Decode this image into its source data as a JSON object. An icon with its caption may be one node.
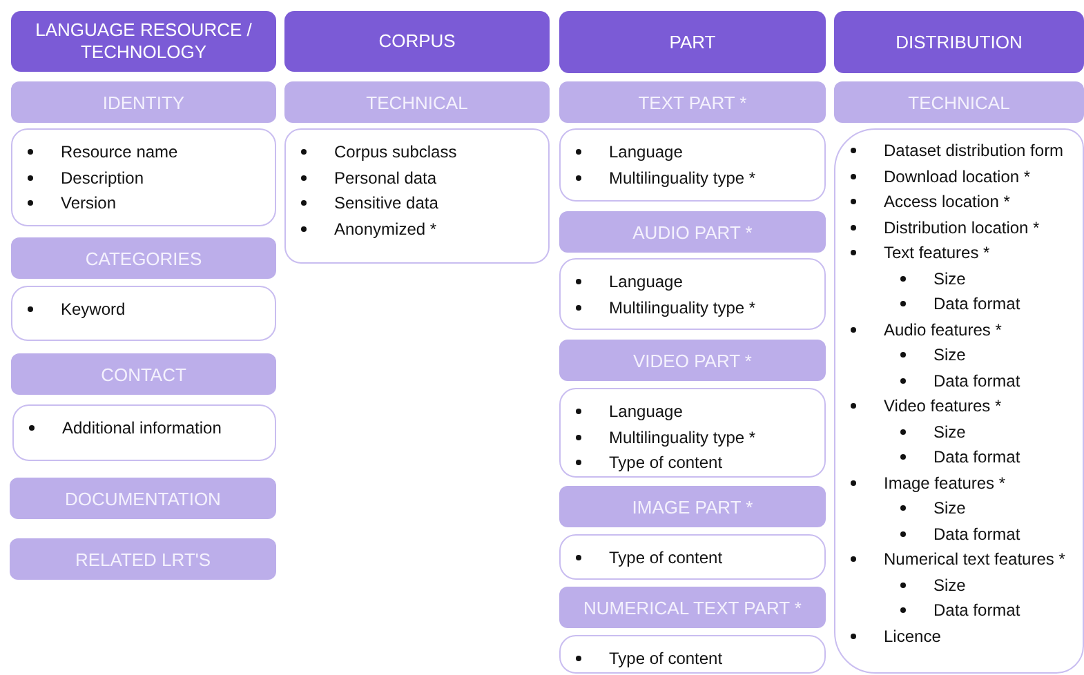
{
  "diagram": {
    "nodes": [
      {
        "text": [
          "LANGUAGE RESOURCE / TECHNOLOGY"
        ]
      },
      {
        "text": [
          "IDENTITY"
        ]
      },
      {
        "text": [
          "Resource name",
          "Description",
          "Version"
        ]
      },
      {
        "text": [
          "CATEGORIES"
        ]
      },
      {
        "text": [
          "Keyword"
        ]
      },
      {
        "text": [
          "CONTACT"
        ]
      },
      {
        "text": [
          "Additional information"
        ]
      },
      {
        "text": [
          "DOCUMENTATION"
        ]
      },
      {
        "text": [
          "RELATED LRT'S"
        ]
      },
      {
        "text": [
          "CORPUS"
        ]
      },
      {
        "text": [
          "TECHNICAL"
        ]
      },
      {
        "text": [
          "Corpus subclass",
          "Personal data",
          "Sensitive data",
          "Anonymized *"
        ]
      },
      {
        "text": [
          "PART"
        ]
      },
      {
        "text": [
          "TEXT PART *"
        ]
      },
      {
        "text": [
          "Language",
          "Multilinguality type *"
        ]
      },
      {
        "text": [
          "AUDIO PART *"
        ]
      },
      {
        "text": [
          "Language",
          "Multilinguality type *"
        ]
      },
      {
        "text": [
          "VIDEO PART *"
        ]
      },
      {
        "text": [
          "Language",
          "Multilinguality type *",
          "Type of content"
        ]
      },
      {
        "text": [
          "IMAGE PART *"
        ]
      },
      {
        "text": [
          "Type of content"
        ]
      },
      {
        "text": [
          "NUMERICAL TEXT PART *"
        ]
      },
      {
        "text": [
          "Type of content"
        ]
      },
      {
        "text": [
          "DISTRIBUTION"
        ]
      },
      {
        "text": [
          "TECHNICAL"
        ]
      },
      {
        "text": [
          "Dataset distribution form",
          "Download location *",
          "Access location *",
          "Distribution location *",
          "Text features *",
          "Size",
          "Data format",
          "Audio features *",
          "Size",
          "Data format",
          "Video features *",
          "Size",
          "Data format",
          "Image features *",
          "Size",
          "Data format",
          "Numerical text features *",
          "Size",
          "Data format",
          "Licence"
        ]
      }
    ]
  }
}
